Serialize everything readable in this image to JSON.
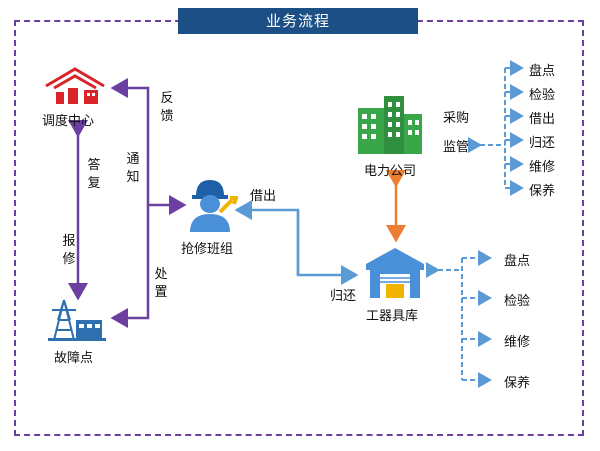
{
  "title": "业务流程",
  "nodes": {
    "dispatch_center": "调度中心",
    "fault_point": "故障点",
    "repair_team": "抢修班组",
    "power_company": "电力公司",
    "tool_storage": "工器具库"
  },
  "edge_labels": {
    "feedback": "反馈",
    "notify": "通知",
    "reply": "答复",
    "report": "报修",
    "handle": "处置",
    "borrow": "借出",
    "return": "归还",
    "purchase": "采购",
    "supervise": "监管"
  },
  "company_tasks": [
    "盘点",
    "检验",
    "借出",
    "归还",
    "维修",
    "保养"
  ],
  "storage_tasks": [
    "盘点",
    "检验",
    "维修",
    "保养"
  ],
  "colors": {
    "title_bg": "#1b4f86",
    "purple": "#6b3fa0",
    "blue": "#5b9bd5",
    "orange": "#ed7d31",
    "green": "#3aa64a",
    "red": "#d9252a"
  }
}
